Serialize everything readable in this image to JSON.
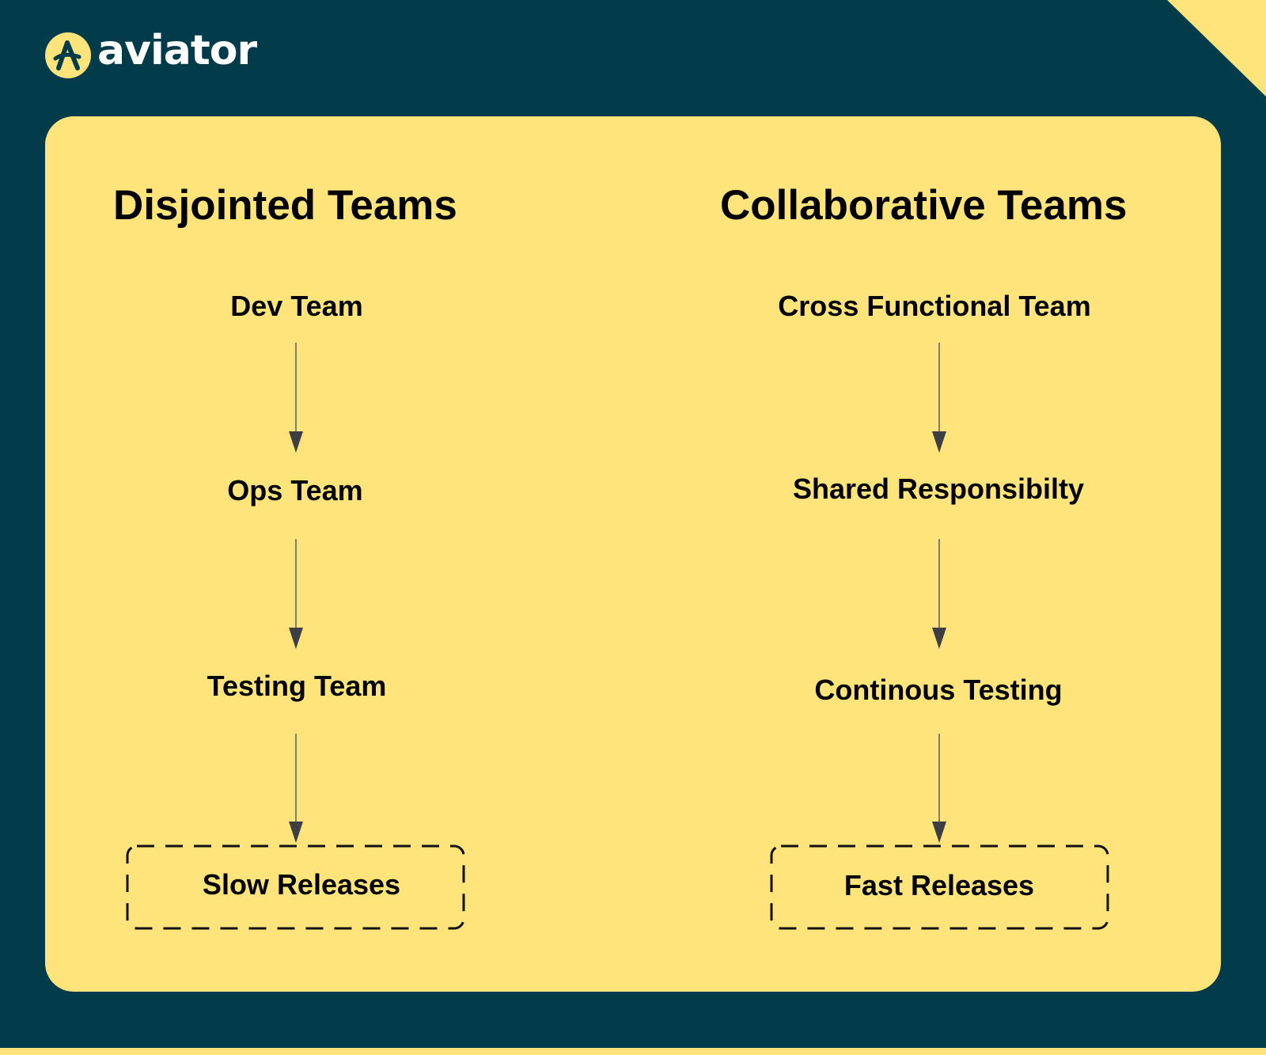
{
  "brand": {
    "name": "aviator",
    "logo_icon": "aviator-a-logo-icon",
    "colors": {
      "background": "#023c4b",
      "panel": "#ffe47b",
      "accent": "#ffe47b",
      "text": "#000000"
    }
  },
  "diagram": {
    "left": {
      "title": "Disjointed Teams",
      "steps": [
        "Dev Team",
        "Ops Team",
        "Testing Team"
      ],
      "outcome": "Slow Releases"
    },
    "right": {
      "title": "Collaborative Teams",
      "steps": [
        "Cross Functional Team",
        "Shared Responsibilty",
        "Continous Testing"
      ],
      "outcome": "Fast Releases"
    }
  }
}
